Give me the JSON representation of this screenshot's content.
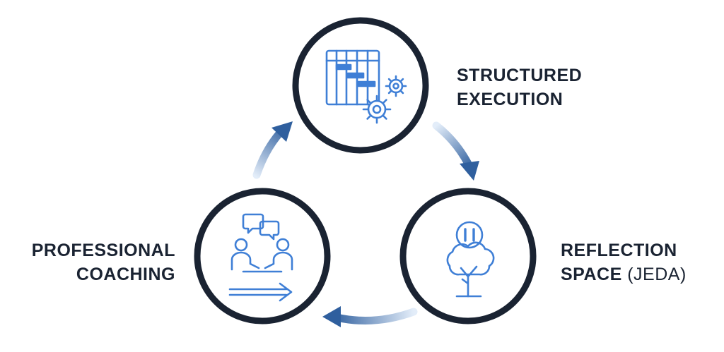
{
  "nodes": {
    "structured_execution": {
      "line1": "STRUCTURED",
      "line2": "EXECUTION",
      "icon": "gantt-chart-gears-icon"
    },
    "professional_coaching": {
      "line1": "PROFESSIONAL",
      "line2": "COACHING",
      "icon": "coaching-conversation-icon"
    },
    "reflection_space": {
      "line1": "REFLECTION",
      "line2": "SPACE",
      "line2_suffix": " (JEDA)",
      "icon": "pause-tree-icon"
    }
  },
  "colors": {
    "ring": "#1a2332",
    "icon": "#3f7fd6",
    "arrow_dark": "#2f5f9e",
    "arrow_light": "#e3edf9"
  }
}
